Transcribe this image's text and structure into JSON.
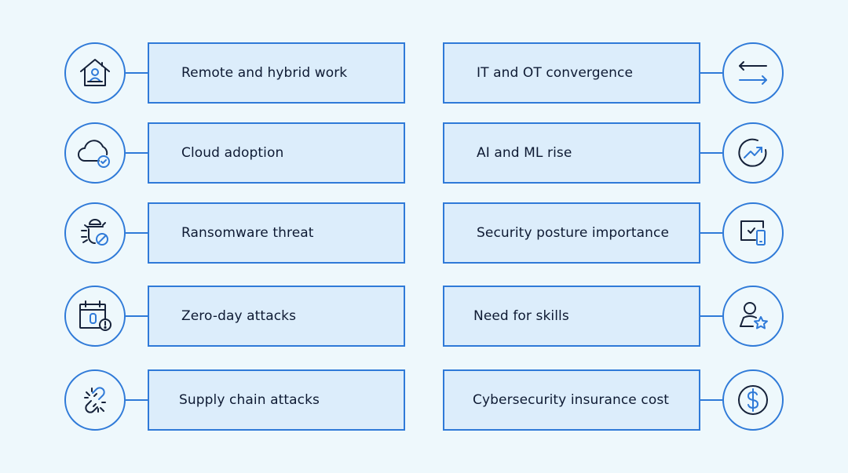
{
  "colors": {
    "background": "#eef8fc",
    "accent": "#2f7ad8",
    "box_fill": "#dcedfb",
    "text": "#0e1a33"
  },
  "left_items": [
    {
      "label": "Remote and hybrid work",
      "icon": "home-user-icon"
    },
    {
      "label": "Cloud adoption",
      "icon": "cloud-check-icon"
    },
    {
      "label": "Ransomware threat",
      "icon": "bug-blocked-icon"
    },
    {
      "label": "Zero-day attacks",
      "icon": "calendar-zero-alert-icon"
    },
    {
      "label": "Supply chain attacks",
      "icon": "broken-link-icon"
    }
  ],
  "right_items": [
    {
      "label": "IT and OT convergence",
      "icon": "exchange-arrows-icon"
    },
    {
      "label": "AI and ML rise",
      "icon": "trend-up-icon"
    },
    {
      "label": "Security posture importance",
      "icon": "laptop-mobile-check-icon"
    },
    {
      "label": "Need for skills",
      "icon": "user-star-icon"
    },
    {
      "label": "Cybersecurity insurance cost",
      "icon": "dollar-coin-icon"
    }
  ]
}
